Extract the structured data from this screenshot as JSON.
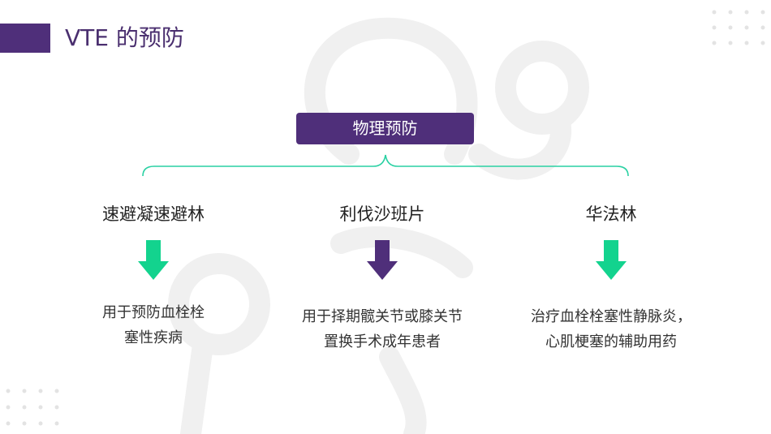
{
  "title": "VTE 的预防",
  "top_box": "物理预防",
  "columns": [
    {
      "heading": "速避凝速避林",
      "lines": [
        "用于预防血栓栓",
        "塞性疾病"
      ],
      "arrow_color": "#13d38e"
    },
    {
      "heading": "利伐沙班片",
      "lines": [
        "用于择期髋关节或膝关节",
        "置换手术成年患者"
      ],
      "arrow_color": "#4f2f7a"
    },
    {
      "heading": "华法林",
      "lines": [
        "治疗血栓栓塞性静脉炎，",
        "心肌梗塞的辅助用药"
      ],
      "arrow_color": "#13d38e"
    }
  ],
  "colors": {
    "accent_purple": "#4f2f7a",
    "accent_green": "#13d38e",
    "bracket": "#2ad1a3",
    "bg_icon": "#f0f0f0",
    "dots": "#e3e3e3"
  }
}
